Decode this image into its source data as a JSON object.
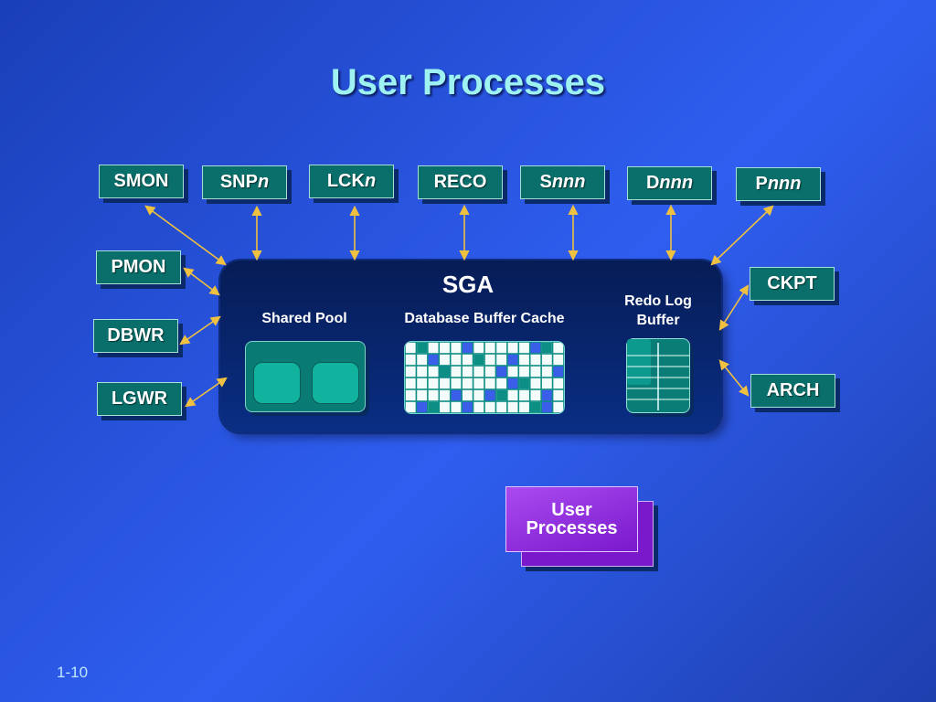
{
  "title": "User Processes",
  "processes": {
    "smon": "SMON",
    "snpn": {
      "prefix": "SNP",
      "italic": "n"
    },
    "lckn": {
      "prefix": "LCK",
      "italic": "n"
    },
    "reco": "RECO",
    "snnn": {
      "prefix": "S",
      "italic": "nnn"
    },
    "dnnn": {
      "prefix": "D",
      "italic": "nnn"
    },
    "pnnn": {
      "prefix": "P",
      "italic": "nnn"
    },
    "pmon": "PMON",
    "dbwr": "DBWR",
    "lgwr": "LGWR",
    "ckpt": "CKPT",
    "arch": "ARCH"
  },
  "sga": {
    "label": "SGA",
    "shared_pool": "Shared Pool",
    "buffer_cache": "Database Buffer Cache",
    "redo_line1": "Redo Log",
    "redo_line2": "Buffer"
  },
  "user_processes": {
    "line1": "User",
    "line2": "Processes"
  },
  "page_number": "1-10",
  "colors": {
    "process_box": "#0a6e6a",
    "arrow": "#f0c040",
    "user_box": "#8a2be2",
    "title": "#9ff2f2"
  }
}
